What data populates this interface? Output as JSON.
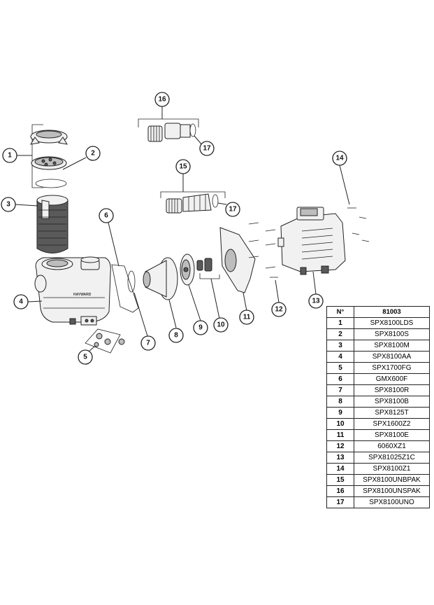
{
  "callouts": [
    {
      "id": "c1",
      "label": "1"
    },
    {
      "id": "c2",
      "label": "2"
    },
    {
      "id": "c3",
      "label": "3"
    },
    {
      "id": "c4",
      "label": "4"
    },
    {
      "id": "c5",
      "label": "5"
    },
    {
      "id": "c6",
      "label": "6"
    },
    {
      "id": "c7",
      "label": "7"
    },
    {
      "id": "c8",
      "label": "8"
    },
    {
      "id": "c9",
      "label": "9"
    },
    {
      "id": "c10",
      "label": "10"
    },
    {
      "id": "c11",
      "label": "11"
    },
    {
      "id": "c12",
      "label": "12"
    },
    {
      "id": "c13",
      "label": "13"
    },
    {
      "id": "c14",
      "label": "14"
    },
    {
      "id": "c15",
      "label": "15"
    },
    {
      "id": "c16",
      "label": "16"
    },
    {
      "id": "c17a",
      "label": "17"
    },
    {
      "id": "c17b",
      "label": "17"
    }
  ],
  "brand_text": "HAYWARD",
  "parts_table": {
    "header_num": "N°",
    "header_model": "81003",
    "rows": [
      {
        "num": "1",
        "code": "SPX8100LDS"
      },
      {
        "num": "2",
        "code": "SPX8100S"
      },
      {
        "num": "3",
        "code": "SPX8100M"
      },
      {
        "num": "4",
        "code": "SPX8100AA"
      },
      {
        "num": "5",
        "code": "SPX1700FG"
      },
      {
        "num": "6",
        "code": "GMX600F"
      },
      {
        "num": "7",
        "code": "SPX8100R"
      },
      {
        "num": "8",
        "code": "SPX8100B"
      },
      {
        "num": "9",
        "code": "SPX8125T"
      },
      {
        "num": "10",
        "code": "SPX1600Z2"
      },
      {
        "num": "11",
        "code": "SPX8100E"
      },
      {
        "num": "12",
        "code": "6060XZ1"
      },
      {
        "num": "13",
        "code": "SPX81025Z1C"
      },
      {
        "num": "14",
        "code": "SPX8100Z1"
      },
      {
        "num": "15",
        "code": "SPX8100UNBPAK"
      },
      {
        "num": "16",
        "code": "SPX8100UNSPAK"
      },
      {
        "num": "17",
        "code": "SPX8100UNO"
      }
    ]
  }
}
